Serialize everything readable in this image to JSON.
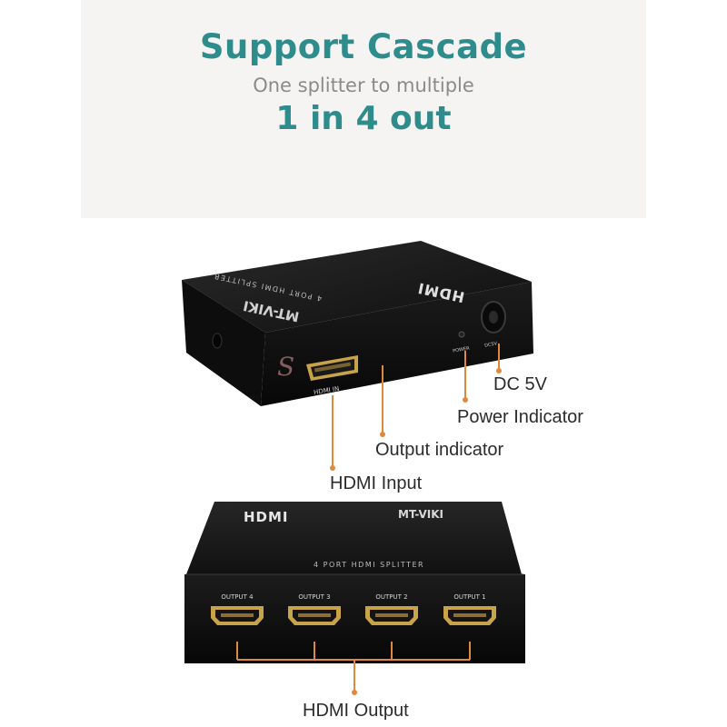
{
  "banner": {
    "title": "Support Cascade",
    "subtitle": "One splitter to multiple",
    "headline": "1 in 4 out"
  },
  "top_device": {
    "brand_label": "MT-VIKI",
    "model_label": "4 PORT HDMI SPLITTER",
    "logo": "HDMI",
    "port_input_label": "HDMI IN",
    "power_label": "POWER",
    "dc_label": "DC5V"
  },
  "callouts": {
    "dc": "DC 5V",
    "power": "Power Indicator",
    "output_indicator": "Output indicator",
    "hdmi_input": "HDMI Input"
  },
  "bottom_device": {
    "logo": "HDMI",
    "brand_label": "MT-VIKI",
    "model_label": "4 PORT HDMI SPLITTER",
    "ports": [
      "OUTPUT 4",
      "OUTPUT 3",
      "OUTPUT 2",
      "OUTPUT 1"
    ]
  },
  "bottom_callout": "HDMI Output",
  "colors": {
    "accent_teal": "#2f8c8d",
    "callout_orange": "#e0883c",
    "port_gold": "#c9a34a",
    "device_black": "#141414"
  }
}
